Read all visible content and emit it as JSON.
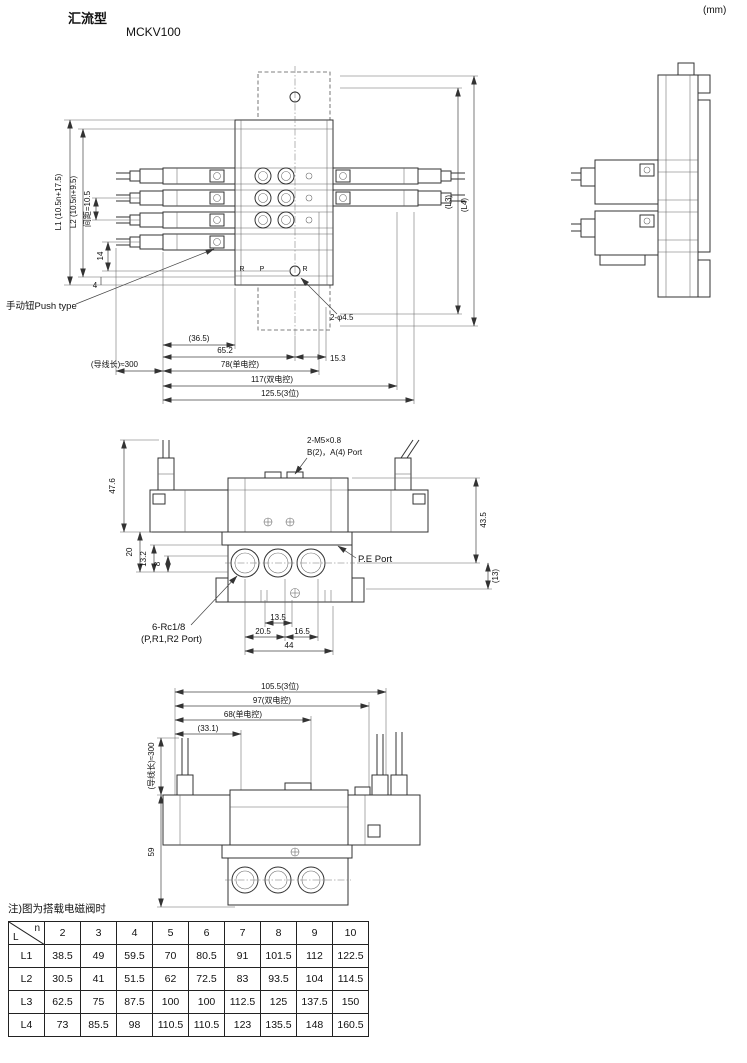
{
  "header": {
    "type_label": "汇流型",
    "model": "MCKV100",
    "unit": "(mm)"
  },
  "note": "注)图为搭载电磁阀时",
  "top_view": {
    "dim_l1": "L1 (10.5n+17.5)",
    "dim_l2": "L2 (10.5n+9.5)",
    "dim_pitch": "间距=10.5",
    "dim_14": "14",
    "dim_4": "4",
    "label_push": "手动钮Push type",
    "dim_36_5": "(36.5)",
    "dim_65_2": "65.2",
    "dim_15_3": "15.3",
    "label_hole": "2-φ4.5",
    "dim_lead": "(导线长)≈300",
    "dim_78": "78(单电控)",
    "dim_117": "117(双电控)",
    "dim_125": "125.5(3位)",
    "dim_l3": "(L3)",
    "dim_l4": "(L4)",
    "port_r_left": "R",
    "port_p": "P",
    "port_r_right": "R"
  },
  "front_view": {
    "label_thread": "2-M5×0.8",
    "label_ports": "B(2)，A(4) Port",
    "dim_47_6": "47.6",
    "dim_20": "20",
    "dim_13_2": "13.2",
    "dim_8": "8",
    "dim_43_5": "43.5",
    "dim_13": "(13)",
    "label_pe_port": "P.E Port",
    "label_rc": "6-Rc1/8",
    "label_rc_ports": "(P,R1,R2 Port)",
    "dim_13_5": "13.5",
    "dim_20_5": "20.5",
    "dim_16_5": "16.5",
    "dim_44": "44"
  },
  "bottom_view": {
    "dim_105": "105.5(3位)",
    "dim_97": "97(双电控)",
    "dim_68": "68(单电控)",
    "dim_33_1": "(33.1)",
    "dim_lead": "(导线长)≈300",
    "dim_59": "59"
  },
  "table": {
    "corner_n": "n",
    "corner_l": "L",
    "columns": [
      "2",
      "3",
      "4",
      "5",
      "6",
      "7",
      "8",
      "9",
      "10"
    ],
    "rows": [
      {
        "label": "L1",
        "values": [
          "38.5",
          "49",
          "59.5",
          "70",
          "80.5",
          "91",
          "101.5",
          "112",
          "122.5"
        ]
      },
      {
        "label": "L2",
        "values": [
          "30.5",
          "41",
          "51.5",
          "62",
          "72.5",
          "83",
          "93.5",
          "104",
          "114.5"
        ]
      },
      {
        "label": "L3",
        "values": [
          "62.5",
          "75",
          "87.5",
          "100",
          "100",
          "112.5",
          "125",
          "137.5",
          "150"
        ]
      },
      {
        "label": "L4",
        "values": [
          "73",
          "85.5",
          "98",
          "110.5",
          "110.5",
          "123",
          "135.5",
          "148",
          "160.5"
        ]
      }
    ]
  }
}
